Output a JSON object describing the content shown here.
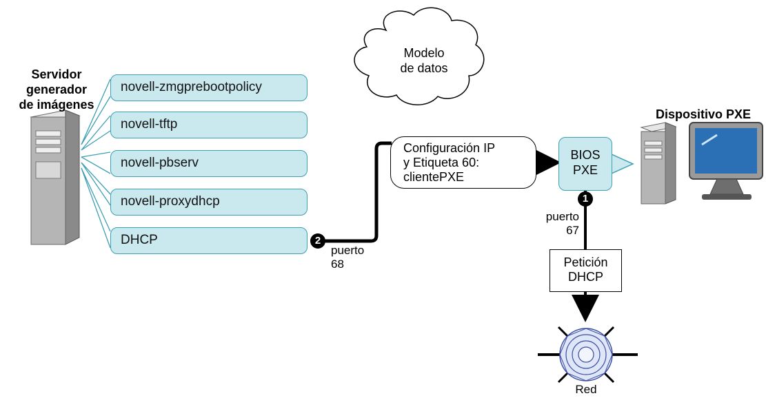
{
  "server": {
    "title_lines": [
      "Servidor",
      "generador",
      "de imágenes"
    ],
    "services": [
      "novell-zmgprebootpolicy",
      "novell-tftp",
      "novell-pbserv",
      "novell-proxydhcp",
      "DHCP"
    ]
  },
  "cloud": {
    "lines": [
      "Modelo",
      "de datos"
    ]
  },
  "config_message": {
    "lines": [
      "Configuración IP",
      "y Etiqueta 60:",
      "clientePXE"
    ]
  },
  "pxe_device": {
    "title": "Dispositivo PXE",
    "bios_lines": [
      "BIOS",
      "PXE"
    ]
  },
  "request": {
    "lines": [
      "Petición",
      "DHCP"
    ]
  },
  "steps": [
    {
      "number": "1",
      "port_lines": [
        "puerto",
        "67"
      ]
    },
    {
      "number": "2",
      "port_lines": [
        "puerto",
        "68"
      ]
    }
  ],
  "network": {
    "label": "Red"
  },
  "colors": {
    "service_fill": "#c9e9ef",
    "service_stroke": "#3c9fb3",
    "connector": "#000000"
  }
}
